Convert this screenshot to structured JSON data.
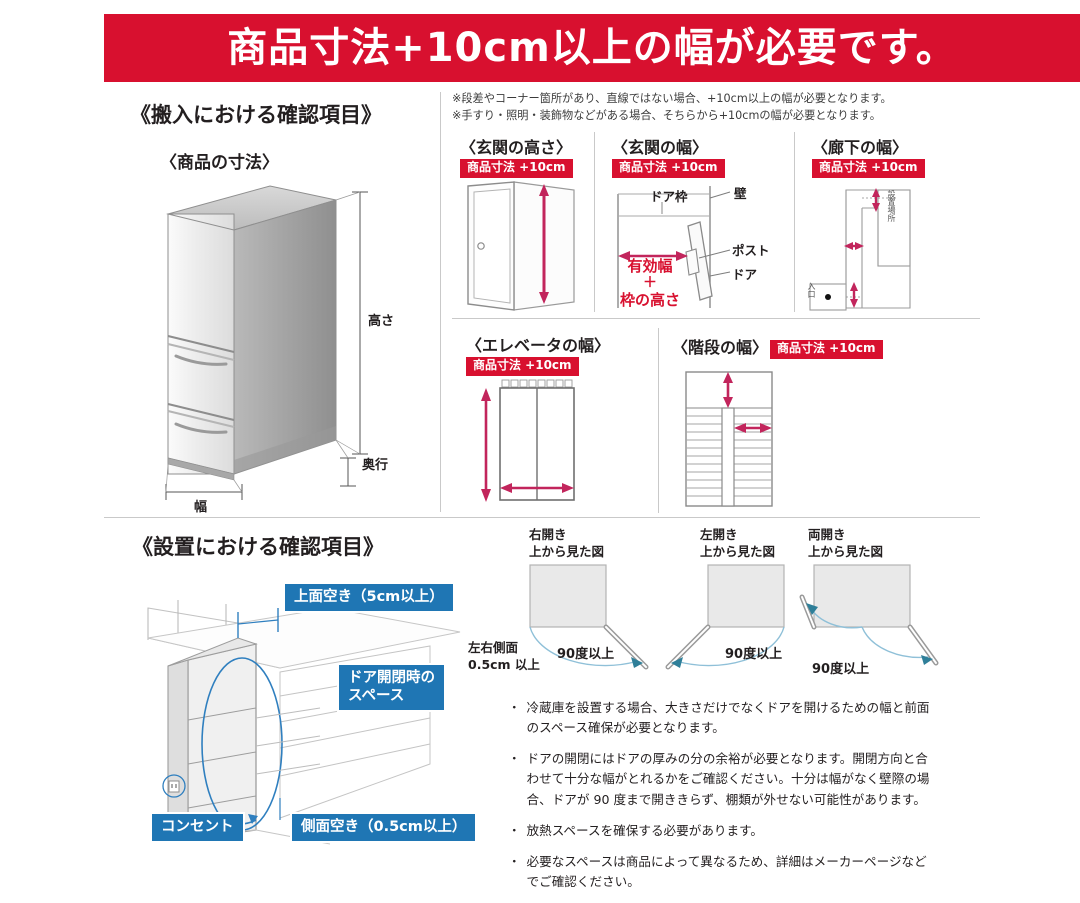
{
  "banner": {
    "title": "商品寸法+10cm以上の幅が必要です。",
    "bg_color": "#d8102f",
    "text_color": "#ffffff"
  },
  "notes": [
    "※段差やコーナー箇所があり、直線ではない場合、+10cm以上の幅が必要となります。",
    "※手すり・照明・装飾物などがある場合、そちらから+10cmの幅が必要となります。"
  ],
  "section_delivery": {
    "heading": "《搬入における確認項目》",
    "product": {
      "title": "〈商品の寸法〉",
      "labels": {
        "height": "高さ",
        "depth": "奥行",
        "width": "幅"
      }
    },
    "panels": [
      {
        "title": "〈玄関の高さ〉",
        "badge": "商品寸法 +10cm"
      },
      {
        "title": "〈玄関の幅〉",
        "badge": "商品寸法 +10cm",
        "labels": {
          "door_frame": "ドア枠",
          "wall": "壁",
          "post": "ポスト",
          "door": "ドア",
          "effective_width": "有効幅",
          "plus": "＋",
          "frame_height": "枠の高さ"
        }
      },
      {
        "title": "〈廊下の幅〉",
        "badge": "商品寸法 +10cm",
        "labels": {
          "install_place": "設置場所",
          "entrance": "入口"
        }
      },
      {
        "title": "〈エレベータの幅〉",
        "badge": "商品寸法 +10cm"
      },
      {
        "title": "〈階段の幅〉",
        "badge": "商品寸法 +10cm"
      }
    ]
  },
  "section_install": {
    "heading": "《設置における確認項目》",
    "callouts": {
      "top_clearance": "上面空き（5cm以上）",
      "door_space": "ドア開閉時の\nスペース",
      "outlet": "コンセント",
      "side_clearance": "側面空き（0.5cm以上）"
    },
    "swing_views": [
      {
        "type": "右開き",
        "view": "上から見た図",
        "angle": "90度以上"
      },
      {
        "type": "左開き",
        "view": "上から見た図",
        "angle": "90度以上"
      },
      {
        "type": "両開き",
        "view": "上から見た図",
        "angle": "90度以上"
      }
    ],
    "side_note": "左右側面\n0.5cm 以上",
    "bullets": [
      "冷蔵庫を設置する場合、大きさだけでなくドアを開けるための幅と前面のスペース確保が必要となります。",
      "ドアの開閉にはドアの厚みの分の余裕が必要となります。開閉方向と合わせて十分な幅がとれるかをご確認ください。十分は幅がなく壁際の場合、ドアが 90 度まで開ききらず、棚類が外せない可能性があります。",
      "放熱スペースを確保する必要があります。",
      "必要なスペースは商品によって異なるため、詳細はメーカーページなどでご確認ください。"
    ]
  },
  "colors": {
    "red": "#d8102f",
    "arrow_red": "#c2255c",
    "blue": "#1f76b4",
    "teal": "#2f7f99",
    "line_gray": "#8a8a8a"
  }
}
